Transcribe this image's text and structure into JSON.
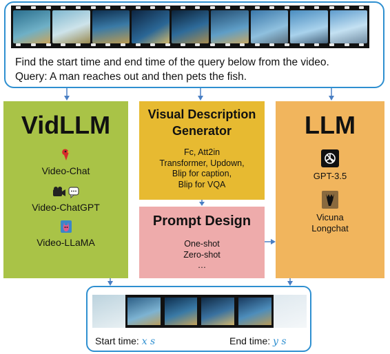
{
  "instruction_line1": "Find the start time and end time of the query below from the video.",
  "instruction_line2": "Query: A man reaches out and then pets the fish.",
  "vidllm": {
    "title": "VidLLM",
    "items": [
      "Video-Chat",
      "Video-ChatGPT",
      "Video-LLaMA"
    ]
  },
  "vdg": {
    "title_line1": "Visual Description",
    "title_line2": "Generator",
    "lines": [
      "Fc, Att2in",
      "Transformer, Updown,",
      "Blip for caption,",
      "Blip for VQA"
    ]
  },
  "prompt": {
    "title": "Prompt Design",
    "lines": [
      "One-shot",
      "Zero-shot",
      "…"
    ]
  },
  "llm": {
    "title": "LLM",
    "items": [
      "GPT-3.5",
      "Vicuna",
      "Longchat"
    ]
  },
  "output": {
    "start_label": "Start time: ",
    "start_var": "x s",
    "end_label": "End time: ",
    "end_var": "y s"
  },
  "colors": {
    "accent_blue": "#2e8fd0",
    "vidllm_green": "#a9c347",
    "vdg_yellow": "#e7ba31",
    "prompt_pink": "#eeabab",
    "llm_orange": "#f1b55d"
  }
}
